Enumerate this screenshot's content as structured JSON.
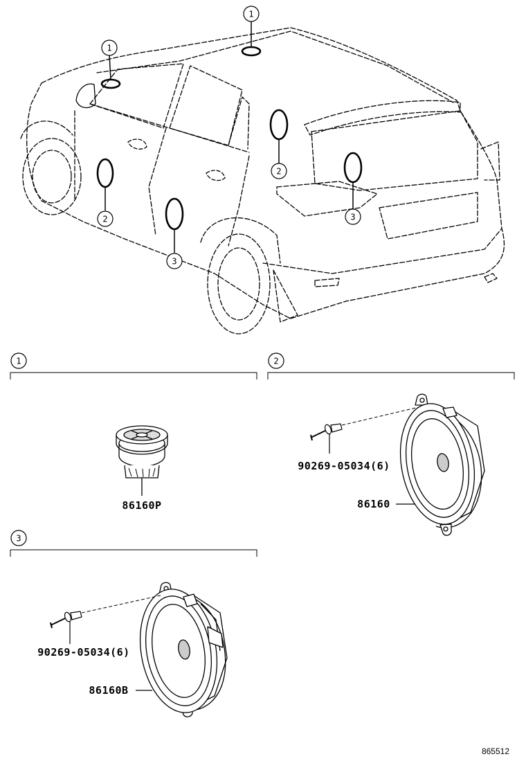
{
  "callouts": {
    "one": "1",
    "two": "2",
    "three": "3"
  },
  "sections": [
    {
      "id": "1",
      "parts": [
        "86160P"
      ]
    },
    {
      "id": "2",
      "parts": [
        "90269-05034(6)",
        "86160"
      ]
    },
    {
      "id": "3",
      "parts": [
        "90269-05034(6)",
        "86160B"
      ]
    }
  ],
  "figure_number": "865512"
}
